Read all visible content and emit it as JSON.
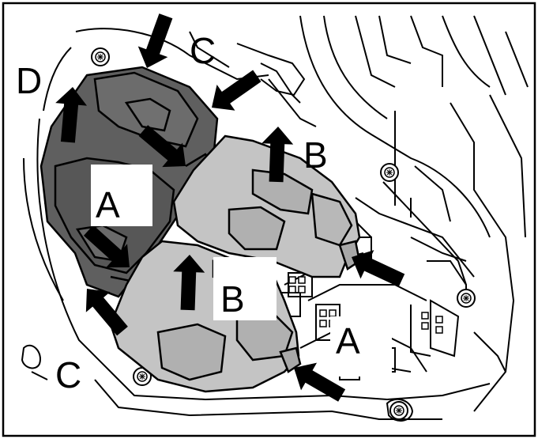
{
  "labels": {
    "a_upper": "A",
    "a_lower": "A",
    "b_upper": "B",
    "b_lower": "B",
    "c_upper": "C",
    "c_lower": "C",
    "d": "D"
  },
  "colors": {
    "frame": "#000000",
    "background": "#ffffff",
    "dark_block": "#5f5f5f",
    "light_block": "#c4c4c4",
    "arrow": "#000000",
    "label_box": "#ffffff"
  },
  "icons": {
    "arrow": "push-arrow-icon",
    "bolt": "bolt-icon"
  }
}
